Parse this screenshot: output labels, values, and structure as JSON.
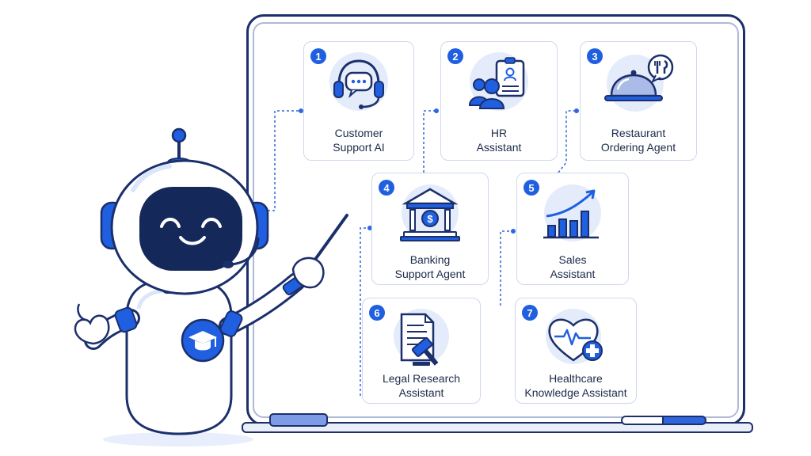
{
  "cards": [
    {
      "number": "1",
      "line1": "Customer",
      "line2": "Support AI",
      "icon": "headset-chat-icon"
    },
    {
      "number": "2",
      "line1": "HR",
      "line2": "Assistant",
      "icon": "people-id-card-icon"
    },
    {
      "number": "3",
      "line1": "Restaurant",
      "line2": "Ordering Agent",
      "icon": "food-cloche-icon"
    },
    {
      "number": "4",
      "line1": "Banking",
      "line2": "Support Agent",
      "icon": "bank-building-icon"
    },
    {
      "number": "5",
      "line1": "Sales",
      "line2": "Assistant",
      "icon": "growth-chart-icon"
    },
    {
      "number": "6",
      "line1": "Legal Research",
      "line2": "Assistant",
      "icon": "gavel-document-icon"
    },
    {
      "number": "7",
      "line1": "Healthcare",
      "line2": "Knowledge Assistant",
      "icon": "heart-health-icon"
    }
  ],
  "colors": {
    "primary_blue": "#1f5fe0",
    "dark_navy": "#1b2f6b",
    "light_blue": "#dce7fb",
    "robot_face": "#14285a"
  }
}
